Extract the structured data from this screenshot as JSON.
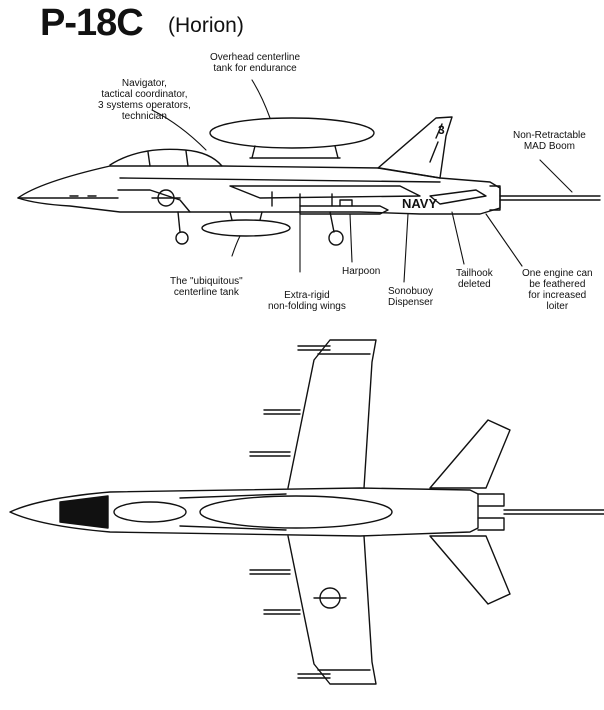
{
  "header": {
    "title": "P-18C",
    "subtitle": "(Horion)"
  },
  "side_view": {
    "fuselage_marking": "NAVY",
    "tail_number": "3",
    "callouts": {
      "overhead_tank": [
        "Overhead centerline",
        "tank for endurance"
      ],
      "crew": [
        "Navigator,",
        "tactical coordinator,",
        "3 systems operators,",
        "technician"
      ],
      "mad_boom": [
        "Non-Retractable",
        "MAD Boom"
      ],
      "centerline_tank": [
        "The \"ubiquitous\"",
        "centerline tank"
      ],
      "wings": [
        "Extra-rigid",
        "non-folding wings"
      ],
      "harpoon": [
        "Harpoon"
      ],
      "sonobuoy": [
        "Sonobuoy",
        "Dispenser"
      ],
      "tailhook": [
        "Tailhook",
        "deleted"
      ],
      "engine": [
        "One engine can",
        "be feathered",
        "for increased",
        "loiter"
      ]
    }
  },
  "colors": {
    "line": "#111111",
    "background": "#ffffff"
  }
}
